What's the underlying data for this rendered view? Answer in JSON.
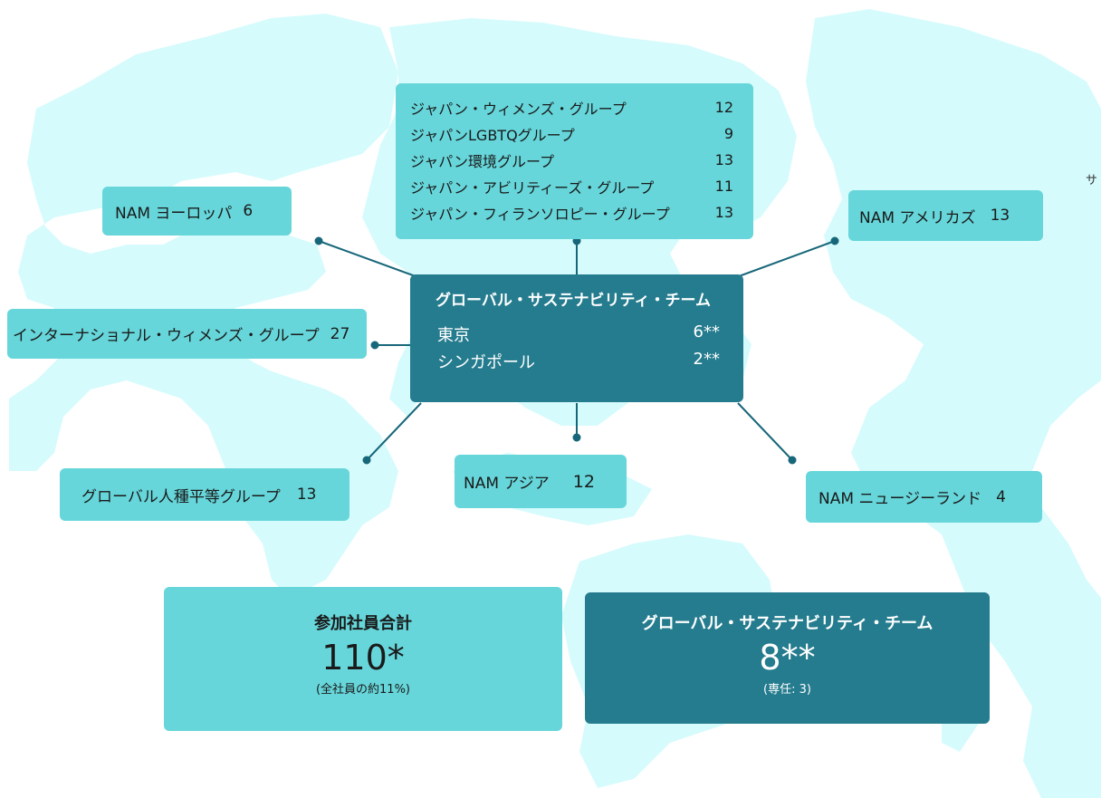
{
  "groups_top": [
    {
      "name": "ジャパン・ウィメンズ・グループ",
      "count": "12"
    },
    {
      "name": "ジャパンLGBTQグループ",
      "count": "9"
    },
    {
      "name": "ジャパン環境グループ",
      "count": "13"
    },
    {
      "name": "ジャパン・アビリティーズ・グループ",
      "count": "11"
    },
    {
      "name": "ジャパン・フィランソロピー・グループ",
      "count": "13"
    }
  ],
  "nam_europe": {
    "label": "NAM ヨーロッパ",
    "count": "6"
  },
  "nam_americas": {
    "label": "NAM アメリカズ",
    "count": "13"
  },
  "intl_women": {
    "label": "インターナショナル・ウィメンズ・グループ",
    "count": "27"
  },
  "global_race": {
    "label": "グローバル人種平等グループ",
    "count": "13"
  },
  "nam_asia": {
    "label": "NAM アジア",
    "count": "12"
  },
  "nam_nz": {
    "label": "NAM ニュージーランド",
    "count": "4"
  },
  "center": {
    "title": "グローバル・サステナビリティ・チーム",
    "rows": [
      {
        "city": "東京",
        "count": "6**"
      },
      {
        "city": "シンガポール",
        "count": "2**"
      }
    ]
  },
  "summary_participants": {
    "title": "参加社員合計",
    "value": "110*",
    "note": "(全社員の約11%)"
  },
  "summary_team": {
    "title": "グローバル・サステナビリティ・チーム",
    "value": "8**",
    "note": "(専任: 3)"
  },
  "edge_text": "サ",
  "colors": {
    "light": "#66d6da",
    "dark": "#257c8e",
    "map": "#d6fbfc",
    "line": "#17677a"
  }
}
